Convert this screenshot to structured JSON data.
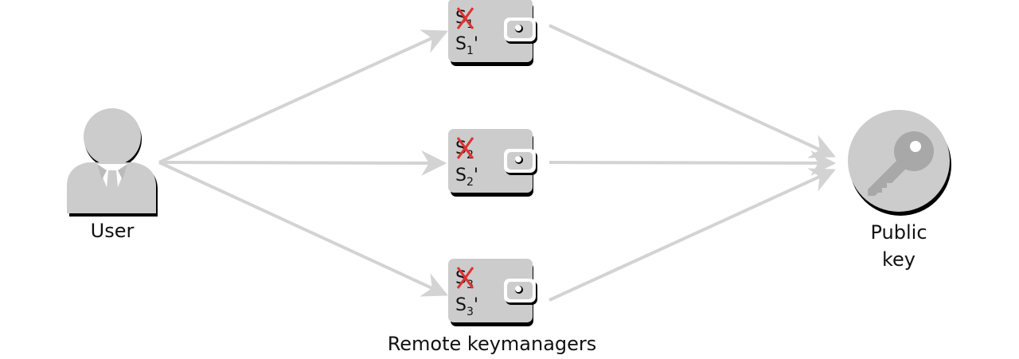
{
  "user": {
    "label": "User",
    "icon": "user-icon"
  },
  "public_key": {
    "label_line1": "Public",
    "label_line2": "key",
    "icon": "key-icon"
  },
  "keymanagers": {
    "caption": "Remote keymanagers",
    "items": [
      {
        "old_share": "S",
        "old_sub": "1",
        "new_share": "S",
        "new_sub": "1",
        "prime": "'"
      },
      {
        "old_share": "S",
        "old_sub": "2",
        "new_share": "S",
        "new_sub": "2",
        "prime": "'"
      },
      {
        "old_share": "S",
        "old_sub": "3",
        "new_share": "S",
        "new_sub": "3",
        "prime": "'"
      }
    ],
    "icon": "wallet-icon"
  },
  "colors": {
    "arrow": "#d3d3d3",
    "icon_fill": "#cccccc",
    "icon_shadow": "#000000",
    "cross": "#e03030",
    "text": "#111111"
  }
}
